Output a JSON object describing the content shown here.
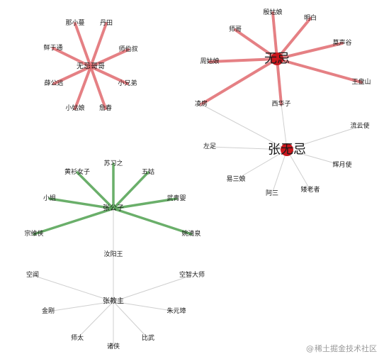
{
  "colors": {
    "red_edge": "#e06a6e",
    "red_node": "#c9161c",
    "green_edge": "#5aa65a",
    "gray_edge": "#cfcfcf"
  },
  "nodes": {
    "wuji_gege": "无忌哥哥",
    "na_xiaoman": "那小蔓",
    "dan_tian": "丹田",
    "xianyu_tong": "鲜于通",
    "shibo_shu": "师伯叔",
    "xue_gongyuan": "薛公远",
    "xiao_xiongdi": "小兄弟",
    "xiao_guniang": "小姑娘",
    "zhan_chun": "詹春",
    "wuji": "无忌",
    "yin_guniang": "殷姑娘",
    "ming_bai": "明白",
    "shi_ge": "师哥",
    "mo_shenggu": "莫声谷",
    "zhou_guniang": "周姑娘",
    "wang_panshan": "王盘山",
    "ling_fang": "凌房",
    "xi_huazi": "西华子",
    "zhang_wuji": "张无忌",
    "liuyun_shi": "流云使",
    "zuo_zu": "左足",
    "huiyue_shi": "辉月使",
    "yi_sanniang": "易三娘",
    "a_san": "阿三",
    "ai_laozhe": "矮老者",
    "su_xizhi": "苏习之",
    "huangshan_nvzi": "黄衫女子",
    "wu_gu": "五姑",
    "xiao_jie": "小姐",
    "zhang_gongzi": "张公子",
    "wu_qingying": "武青婴",
    "zong_weixia": "宗维侠",
    "yao_qingquan": "姚清泉",
    "ruyang_wang": "汝阳王",
    "kong_jian": "空闻",
    "kongzhi_dashi": "空智大师",
    "zhang_jiaozhu": "张教主",
    "jin_gang": "金刚",
    "zhu_yuanzhang": "朱元璋",
    "shi_tai": "师太",
    "bi_wu": "比武",
    "zhu_xia": "诸侠"
  },
  "watermark": {
    "at": "@",
    "text": "稀土掘金技术社区"
  }
}
